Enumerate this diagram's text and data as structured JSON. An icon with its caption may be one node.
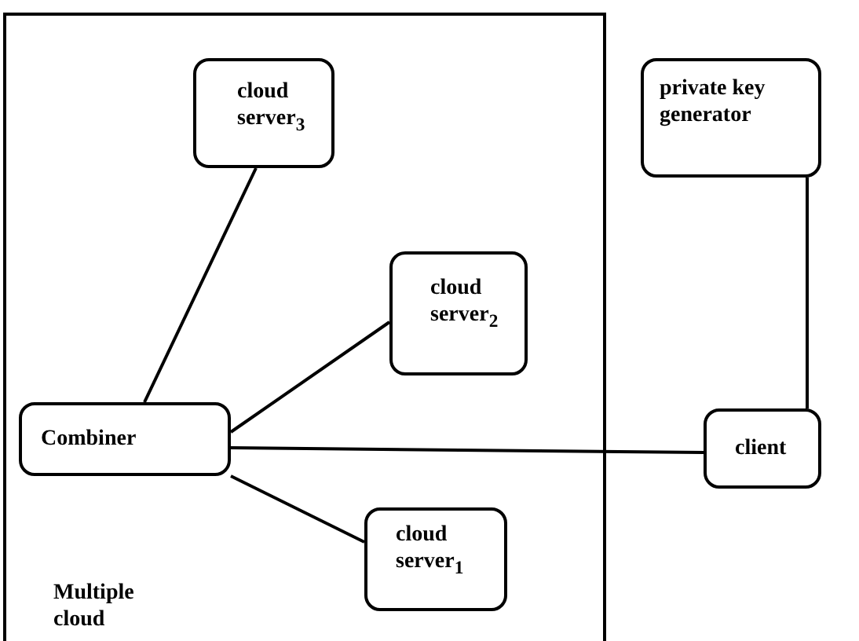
{
  "diagram": {
    "nodes": [
      {
        "text": [
          "Multiple cloud"
        ]
      },
      {
        "text": [
          "cloud server$_{3}$"
        ],
        "in": 0
      },
      {
        "text": [
          "cloud server$_{2}$"
        ],
        "in": 0
      },
      {
        "text": [
          "Combiner"
        ],
        "in": 0
      },
      {
        "text": [
          "cloud server$_{1}$"
        ],
        "in": 0
      },
      {
        "text": [
          "private key generator"
        ]
      },
      {
        "text": [
          "client"
        ]
      }
    ],
    "edges": [
      {
        "from": 3,
        "to": 1,
        "arrow": "none"
      },
      {
        "from": 3,
        "to": 2,
        "arrow": "none"
      },
      {
        "from": 3,
        "to": 6,
        "arrow": "none"
      },
      {
        "from": 3,
        "to": 4,
        "arrow": "none"
      },
      {
        "from": 5,
        "to": 6,
        "arrow": "none"
      }
    ]
  }
}
